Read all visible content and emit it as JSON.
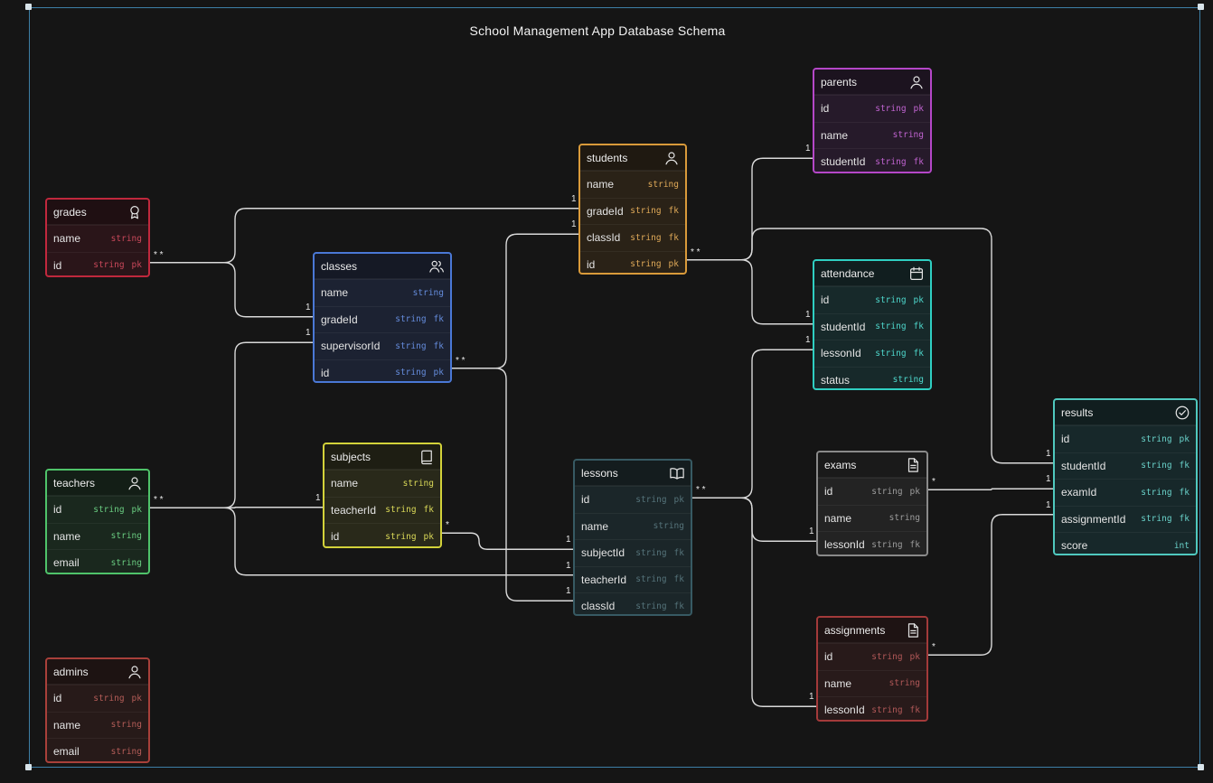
{
  "diagram": {
    "title": "School Management App Database Schema",
    "tables": [
      {
        "id": "grades",
        "name": "grades",
        "icon": "award-icon",
        "color": "#c0283d",
        "bg": "#2a1519",
        "fields": [
          {
            "name": "name",
            "type": "string",
            "key": ""
          },
          {
            "name": "id",
            "type": "string",
            "key": "pk"
          }
        ]
      },
      {
        "id": "classes",
        "name": "classes",
        "icon": "users-icon",
        "color": "#4a78d6",
        "bg": "#1c2232",
        "fields": [
          {
            "name": "name",
            "type": "string",
            "key": ""
          },
          {
            "name": "gradeId",
            "type": "string",
            "key": "fk"
          },
          {
            "name": "supervisorId",
            "type": "string",
            "key": "fk"
          },
          {
            "name": "id",
            "type": "string",
            "key": "pk"
          }
        ]
      },
      {
        "id": "students",
        "name": "students",
        "icon": "user-icon",
        "color": "#d99a3a",
        "bg": "#2a2217",
        "fields": [
          {
            "name": "name",
            "type": "string",
            "key": ""
          },
          {
            "name": "gradeId",
            "type": "string",
            "key": "fk"
          },
          {
            "name": "classId",
            "type": "string",
            "key": "fk"
          },
          {
            "name": "id",
            "type": "string",
            "key": "pk"
          }
        ]
      },
      {
        "id": "parents",
        "name": "parents",
        "icon": "user-icon",
        "color": "#b547c8",
        "bg": "#261a2a",
        "fields": [
          {
            "name": "id",
            "type": "string",
            "key": "pk"
          },
          {
            "name": "name",
            "type": "string",
            "key": ""
          },
          {
            "name": "studentId",
            "type": "string",
            "key": "fk"
          }
        ]
      },
      {
        "id": "attendance",
        "name": "attendance",
        "icon": "calendar-icon",
        "color": "#2fcfc2",
        "bg": "#17292a",
        "fields": [
          {
            "name": "id",
            "type": "string",
            "key": "pk"
          },
          {
            "name": "studentId",
            "type": "string",
            "key": "fk"
          },
          {
            "name": "lessonId",
            "type": "string",
            "key": "fk"
          },
          {
            "name": "status",
            "type": "string",
            "key": ""
          }
        ]
      },
      {
        "id": "teachers",
        "name": "teachers",
        "icon": "user-icon",
        "color": "#4fc36a",
        "bg": "#1a281e",
        "fields": [
          {
            "name": "id",
            "type": "string",
            "key": "pk"
          },
          {
            "name": "name",
            "type": "string",
            "key": ""
          },
          {
            "name": "email",
            "type": "string",
            "key": ""
          }
        ]
      },
      {
        "id": "subjects",
        "name": "subjects",
        "icon": "book-icon",
        "color": "#d3d23a",
        "bg": "#29291a",
        "fields": [
          {
            "name": "name",
            "type": "string",
            "key": ""
          },
          {
            "name": "teacherId",
            "type": "string",
            "key": "fk"
          },
          {
            "name": "id",
            "type": "string",
            "key": "pk"
          }
        ]
      },
      {
        "id": "lessons",
        "name": "lessons",
        "icon": "book-open-icon",
        "color": "#375a63",
        "bg": "#1b2629",
        "fields": [
          {
            "name": "id",
            "type": "string",
            "key": "pk"
          },
          {
            "name": "name",
            "type": "string",
            "key": ""
          },
          {
            "name": "subjectId",
            "type": "string",
            "key": "fk"
          },
          {
            "name": "teacherId",
            "type": "string",
            "key": "fk"
          },
          {
            "name": "classId",
            "type": "string",
            "key": "fk"
          }
        ]
      },
      {
        "id": "exams",
        "name": "exams",
        "icon": "document-icon",
        "color": "#8a8a8a",
        "bg": "#232323",
        "fields": [
          {
            "name": "id",
            "type": "string",
            "key": "pk"
          },
          {
            "name": "name",
            "type": "string",
            "key": ""
          },
          {
            "name": "lessonId",
            "type": "string",
            "key": "fk"
          }
        ]
      },
      {
        "id": "results",
        "name": "results",
        "icon": "check-circle-icon",
        "color": "#4fc9bf",
        "bg": "#17282a",
        "fields": [
          {
            "name": "id",
            "type": "string",
            "key": "pk"
          },
          {
            "name": "studentId",
            "type": "string",
            "key": "fk"
          },
          {
            "name": "examId",
            "type": "string",
            "key": "fk"
          },
          {
            "name": "assignmentId",
            "type": "string",
            "key": "fk"
          },
          {
            "name": "score",
            "type": "int",
            "key": ""
          }
        ]
      },
      {
        "id": "assignments",
        "name": "assignments",
        "icon": "document-icon",
        "color": "#a33a3a",
        "bg": "#281a1a",
        "fields": [
          {
            "name": "id",
            "type": "string",
            "key": "pk"
          },
          {
            "name": "name",
            "type": "string",
            "key": ""
          },
          {
            "name": "lessonId",
            "type": "string",
            "key": "fk"
          }
        ]
      },
      {
        "id": "admins",
        "name": "admins",
        "icon": "user-icon",
        "color": "#a8403a",
        "bg": "#271a19",
        "fields": [
          {
            "name": "id",
            "type": "string",
            "key": "pk"
          },
          {
            "name": "name",
            "type": "string",
            "key": ""
          },
          {
            "name": "email",
            "type": "string",
            "key": ""
          }
        ]
      }
    ],
    "relations": [
      {
        "from": "grades.id",
        "to": "students.gradeId",
        "from_card": "* *",
        "to_card": "1"
      },
      {
        "from": "grades.id",
        "to": "classes.gradeId",
        "from_card": "* *",
        "to_card": "1"
      },
      {
        "from": "classes.id",
        "to": "students.classId",
        "from_card": "* *",
        "to_card": "1"
      },
      {
        "from": "classes.id",
        "to": "lessons.classId",
        "from_card": "* *",
        "to_card": "1"
      },
      {
        "from": "teachers.id",
        "to": "classes.supervisorId",
        "from_card": "* *",
        "to_card": "1"
      },
      {
        "from": "teachers.id",
        "to": "subjects.teacherId",
        "from_card": "*",
        "to_card": "1"
      },
      {
        "from": "teachers.id",
        "to": "lessons.teacherId",
        "from_card": "*",
        "to_card": "1"
      },
      {
        "from": "subjects.id",
        "to": "lessons.subjectId",
        "from_card": "*",
        "to_card": "1"
      },
      {
        "from": "students.id",
        "to": "parents.studentId",
        "from_card": "* *",
        "to_card": "1"
      },
      {
        "from": "students.id",
        "to": "attendance.studentId",
        "from_card": "*",
        "to_card": "1"
      },
      {
        "from": "students.id",
        "to": "results.studentId",
        "from_card": "*",
        "to_card": "1"
      },
      {
        "from": "lessons.id",
        "to": "attendance.lessonId",
        "from_card": "* *",
        "to_card": "1"
      },
      {
        "from": "lessons.id",
        "to": "exams.lessonId",
        "from_card": "*",
        "to_card": "1"
      },
      {
        "from": "lessons.id",
        "to": "assignments.lessonId",
        "from_card": "*",
        "to_card": "1"
      },
      {
        "from": "exams.id",
        "to": "results.examId",
        "from_card": "*",
        "to_card": "1"
      },
      {
        "from": "assignments.id",
        "to": "results.assignmentId",
        "from_card": "*",
        "to_card": "1"
      }
    ]
  }
}
